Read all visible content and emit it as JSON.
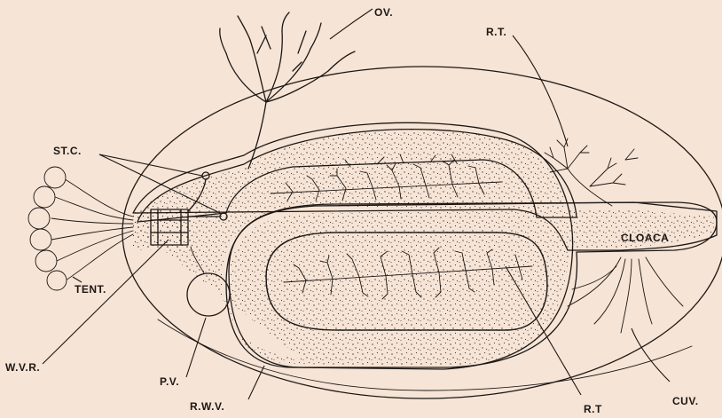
{
  "labels": {
    "ov": "OV.",
    "rt_top": "R.T.",
    "stc": "ST.C.",
    "tent": "TENT.",
    "cloaca": "CLOACA",
    "wvr": "W.V.R.",
    "pv": "P.V.",
    "rwv": "R.W.V.",
    "rt_bottom": "R.T",
    "cuv": "CUV."
  },
  "colors": {
    "paper": "#f6e4d6",
    "ink": "#1c1714",
    "gut": "#f0dccd"
  }
}
